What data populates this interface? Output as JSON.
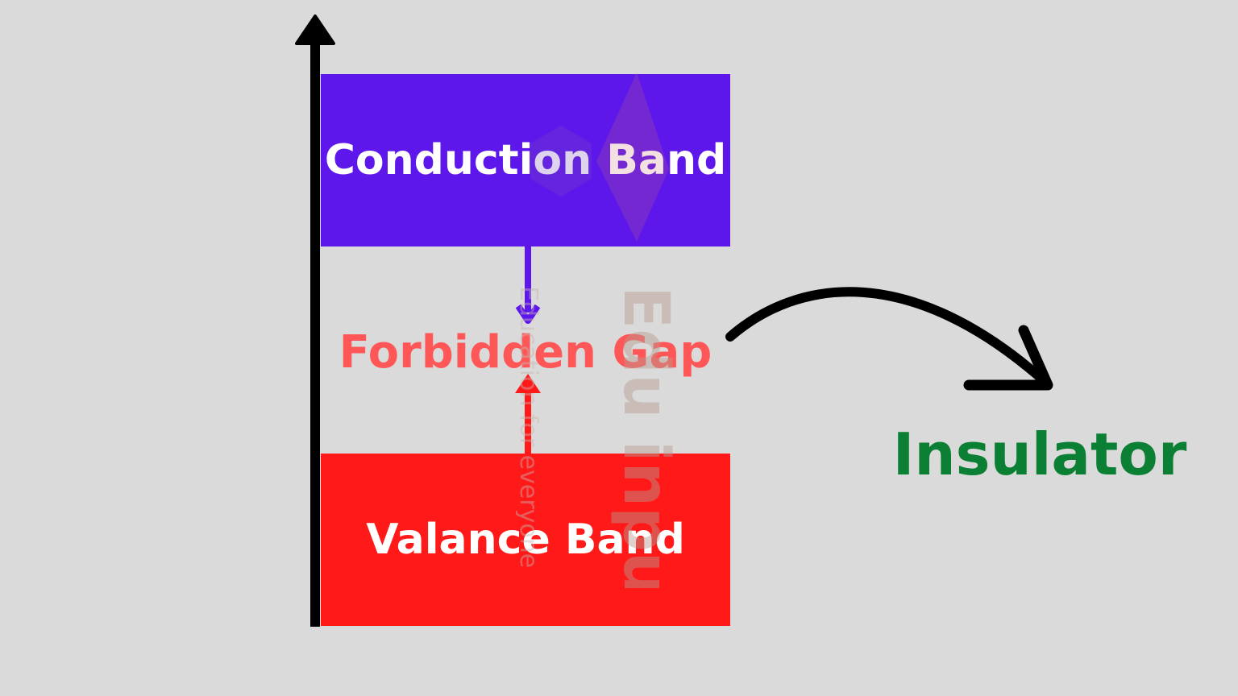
{
  "diagram": {
    "conduction_band": {
      "label": "Conduction Band",
      "color": "#5e17eb"
    },
    "forbidden_gap": {
      "label": "Forbidden Gap",
      "color": "#ff5757"
    },
    "valance_band": {
      "label": "Valance Band",
      "color": "#ff1919"
    },
    "result": {
      "label": "Insulator",
      "color": "#0b7f33"
    }
  },
  "watermark": {
    "brand": "Edu input",
    "tagline": "Education for everyone"
  }
}
